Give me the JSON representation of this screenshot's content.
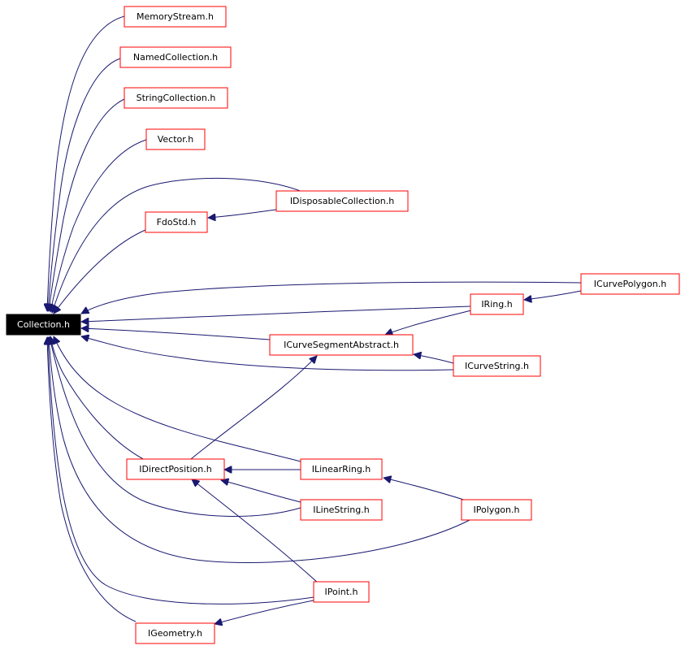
{
  "graph": {
    "colors": {
      "node_border": "#ff0000",
      "root_fill": "#000000",
      "root_text": "#ffffff",
      "edge": "#191970"
    },
    "nodes": {
      "collection": "Collection.h",
      "memorystream": "MemoryStream.h",
      "namedcollection": "NamedCollection.h",
      "stringcollection": "StringCollection.h",
      "vector": "Vector.h",
      "idisposablecollection": "IDisposableCollection.h",
      "fdostd": "FdoStd.h",
      "icurvepolygon": "ICurvePolygon.h",
      "iring": "IRing.h",
      "icurvesegmentabstract": "ICurveSegmentAbstract.h",
      "icurvestring": "ICurveString.h",
      "idirectposition": "IDirectPosition.h",
      "ilinearring": "ILinearRing.h",
      "ilinestring": "ILineString.h",
      "ipolygon": "IPolygon.h",
      "ipoint": "IPoint.h",
      "igeometry": "IGeometry.h"
    },
    "edges": [
      {
        "from": "memorystream",
        "to": "collection"
      },
      {
        "from": "namedcollection",
        "to": "collection"
      },
      {
        "from": "stringcollection",
        "to": "collection"
      },
      {
        "from": "vector",
        "to": "collection"
      },
      {
        "from": "idisposablecollection",
        "to": "collection"
      },
      {
        "from": "idisposablecollection",
        "to": "fdostd"
      },
      {
        "from": "fdostd",
        "to": "collection"
      },
      {
        "from": "icurvepolygon",
        "to": "collection"
      },
      {
        "from": "icurvepolygon",
        "to": "iring"
      },
      {
        "from": "iring",
        "to": "collection"
      },
      {
        "from": "iring",
        "to": "icurvesegmentabstract"
      },
      {
        "from": "icurvesegmentabstract",
        "to": "collection"
      },
      {
        "from": "icurvestring",
        "to": "collection"
      },
      {
        "from": "icurvestring",
        "to": "icurvesegmentabstract"
      },
      {
        "from": "idirectposition",
        "to": "collection"
      },
      {
        "from": "idirectposition",
        "to": "icurvesegmentabstract"
      },
      {
        "from": "ilinearring",
        "to": "collection"
      },
      {
        "from": "ilinearring",
        "to": "idirectposition"
      },
      {
        "from": "ilinestring",
        "to": "collection"
      },
      {
        "from": "ilinestring",
        "to": "idirectposition"
      },
      {
        "from": "ipolygon",
        "to": "collection"
      },
      {
        "from": "ipolygon",
        "to": "ilinearring"
      },
      {
        "from": "ipoint",
        "to": "collection"
      },
      {
        "from": "ipoint",
        "to": "idirectposition"
      },
      {
        "from": "ipoint",
        "to": "igeometry"
      },
      {
        "from": "igeometry",
        "to": "collection"
      }
    ]
  }
}
